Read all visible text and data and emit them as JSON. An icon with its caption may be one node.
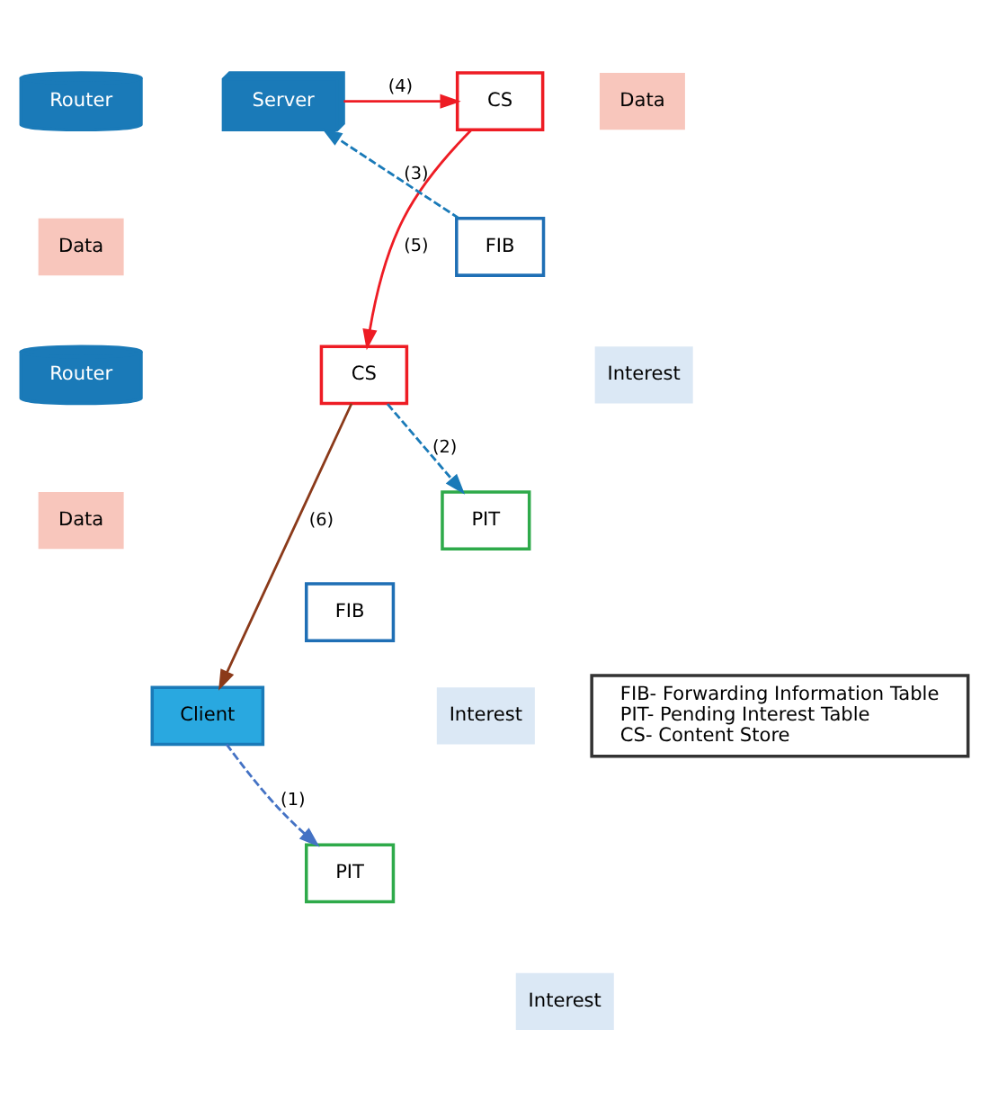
{
  "diagram": {
    "nodes": [
      {
        "text": [
          "Router"
        ]
      },
      {
        "text": [
          "CS"
        ]
      },
      {
        "text": [
          "FIB"
        ]
      },
      {
        "text": [
          "PIT"
        ]
      },
      {
        "text": [
          "Server"
        ]
      },
      {
        "text": [
          "Router"
        ]
      },
      {
        "text": [
          "CS"
        ]
      },
      {
        "text": [
          "FIB"
        ]
      },
      {
        "text": [
          "PIT"
        ]
      },
      {
        "text": [
          "Client"
        ]
      },
      {
        "text": [
          "FIB- Forwarding Information Table",
          "PIT- Pending Interest Table",
          "CS- Content Store"
        ]
      }
    ],
    "edges": [
      {
        "from": 9,
        "to": 8,
        "arrow": "to",
        "label": "(1)",
        "style": "dashed",
        "color": "#4472c4"
      },
      {
        "from": 6,
        "to": 3,
        "arrow": "to",
        "label": "(2)",
        "style": "dashed",
        "color": "#1a7ab8"
      },
      {
        "from": 2,
        "to": 4,
        "arrow": "to",
        "label": "(3)",
        "style": "dashed",
        "color": "#1a7ab8"
      },
      {
        "from": 4,
        "to": 1,
        "arrow": "to",
        "label": "(4)",
        "color": "#ee1c24"
      },
      {
        "from": 1,
        "to": 6,
        "arrow": "to",
        "label": "(5)",
        "color": "#ee1c24"
      },
      {
        "from": 6,
        "to": 9,
        "arrow": "to",
        "label": "(6)",
        "color": "#8b3a1a"
      }
    ],
    "labels": [
      "Data",
      "Interest",
      "Data",
      "Interest",
      "Data",
      "Interest"
    ]
  }
}
